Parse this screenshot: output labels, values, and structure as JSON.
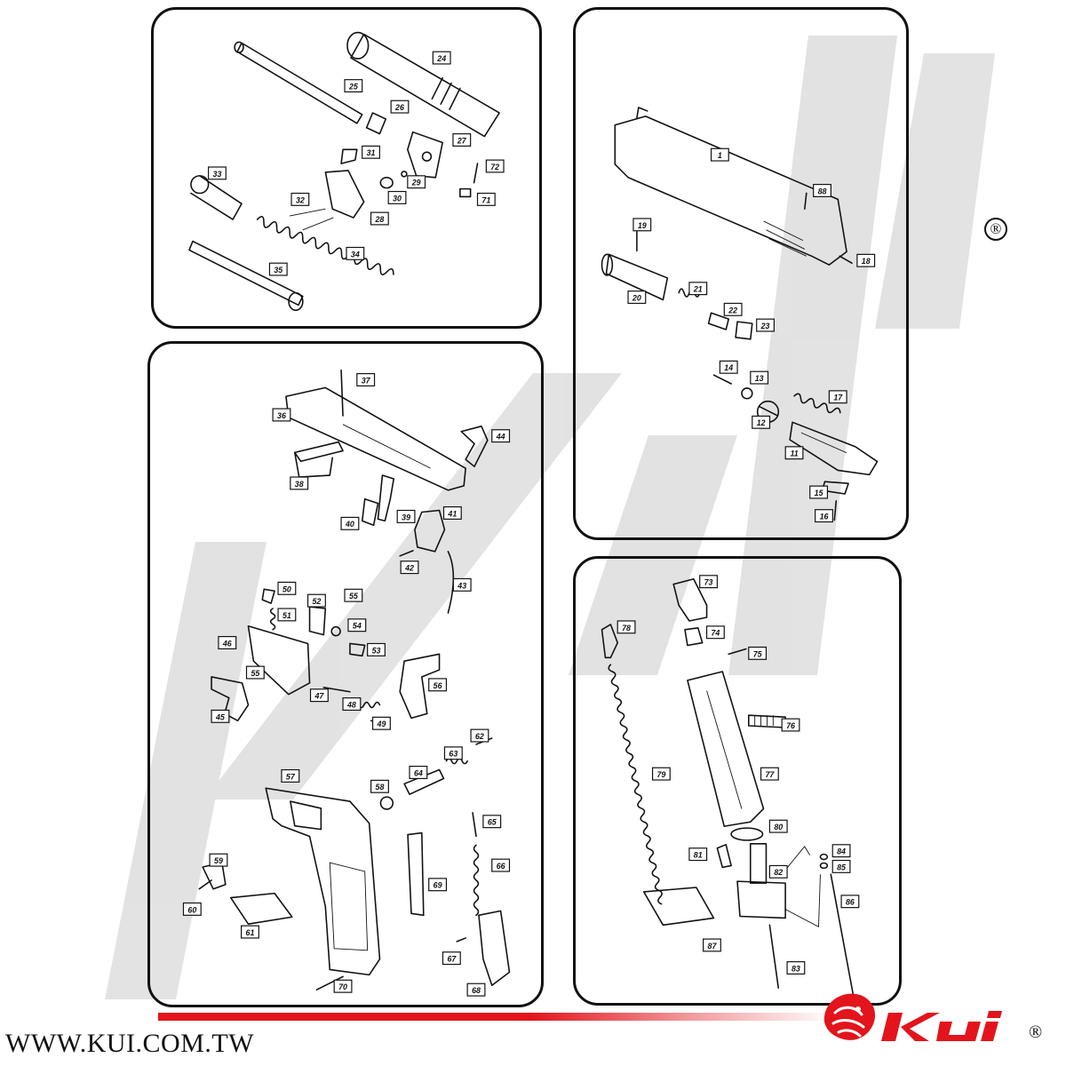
{
  "brand": {
    "website": "WWW.KUI.COM.TW",
    "logo_text": "KUI",
    "registered_symbol": "®",
    "accent_color": "#e3141b"
  },
  "panels": {
    "top_left": {
      "parts": [
        "24",
        "25",
        "26",
        "27",
        "28",
        "29",
        "30",
        "31",
        "32",
        "33",
        "34",
        "35",
        "71",
        "72"
      ]
    },
    "top_right": {
      "parts": [
        "1",
        "88",
        "18",
        "19",
        "20",
        "21",
        "22",
        "23",
        "14",
        "13",
        "12",
        "17",
        "11",
        "15",
        "16"
      ]
    },
    "bottom_left": {
      "parts": [
        "37",
        "36",
        "44",
        "38",
        "39",
        "40",
        "41",
        "42",
        "43",
        "50",
        "51",
        "52",
        "55a",
        "54",
        "53",
        "46",
        "55b",
        "47",
        "56",
        "48",
        "49",
        "45",
        "62",
        "63",
        "64",
        "57",
        "58",
        "65",
        "59",
        "69",
        "66",
        "60",
        "61",
        "67",
        "70",
        "68"
      ]
    },
    "bottom_right": {
      "parts": [
        "73",
        "78",
        "74",
        "75",
        "76",
        "79",
        "77",
        "80",
        "81",
        "82",
        "84",
        "85",
        "86",
        "87",
        "83"
      ]
    }
  },
  "labels": {
    "24": "24",
    "25": "25",
    "26": "26",
    "27": "27",
    "28": "28",
    "29": "29",
    "30": "30",
    "31": "31",
    "32": "32",
    "33": "33",
    "34": "34",
    "35": "35",
    "71": "71",
    "72": "72",
    "1": "1",
    "88": "88",
    "18": "18",
    "19": "19",
    "20": "20",
    "21": "21",
    "22": "22",
    "23": "23",
    "14": "14",
    "13": "13",
    "12": "12",
    "17": "17",
    "11": "11",
    "15": "15",
    "16": "16",
    "37": "37",
    "36": "36",
    "44": "44",
    "38": "38",
    "39": "39",
    "40": "40",
    "41": "41",
    "42": "42",
    "43": "43",
    "50": "50",
    "51": "51",
    "52": "52",
    "55a": "55",
    "54": "54",
    "53": "53",
    "46": "46",
    "55b": "55",
    "47": "47",
    "56": "56",
    "48": "48",
    "49": "49",
    "45": "45",
    "62": "62",
    "63": "63",
    "64": "64",
    "57": "57",
    "58": "58",
    "65": "65",
    "59": "59",
    "69": "69",
    "66": "66",
    "60": "60",
    "61": "61",
    "67": "67",
    "70": "70",
    "68": "68",
    "73": "73",
    "78": "78",
    "74": "74",
    "75": "75",
    "76": "76",
    "79": "79",
    "77": "77",
    "80": "80",
    "81": "81",
    "82": "82",
    "84": "84",
    "85": "85",
    "86": "86",
    "87": "87",
    "83": "83"
  }
}
